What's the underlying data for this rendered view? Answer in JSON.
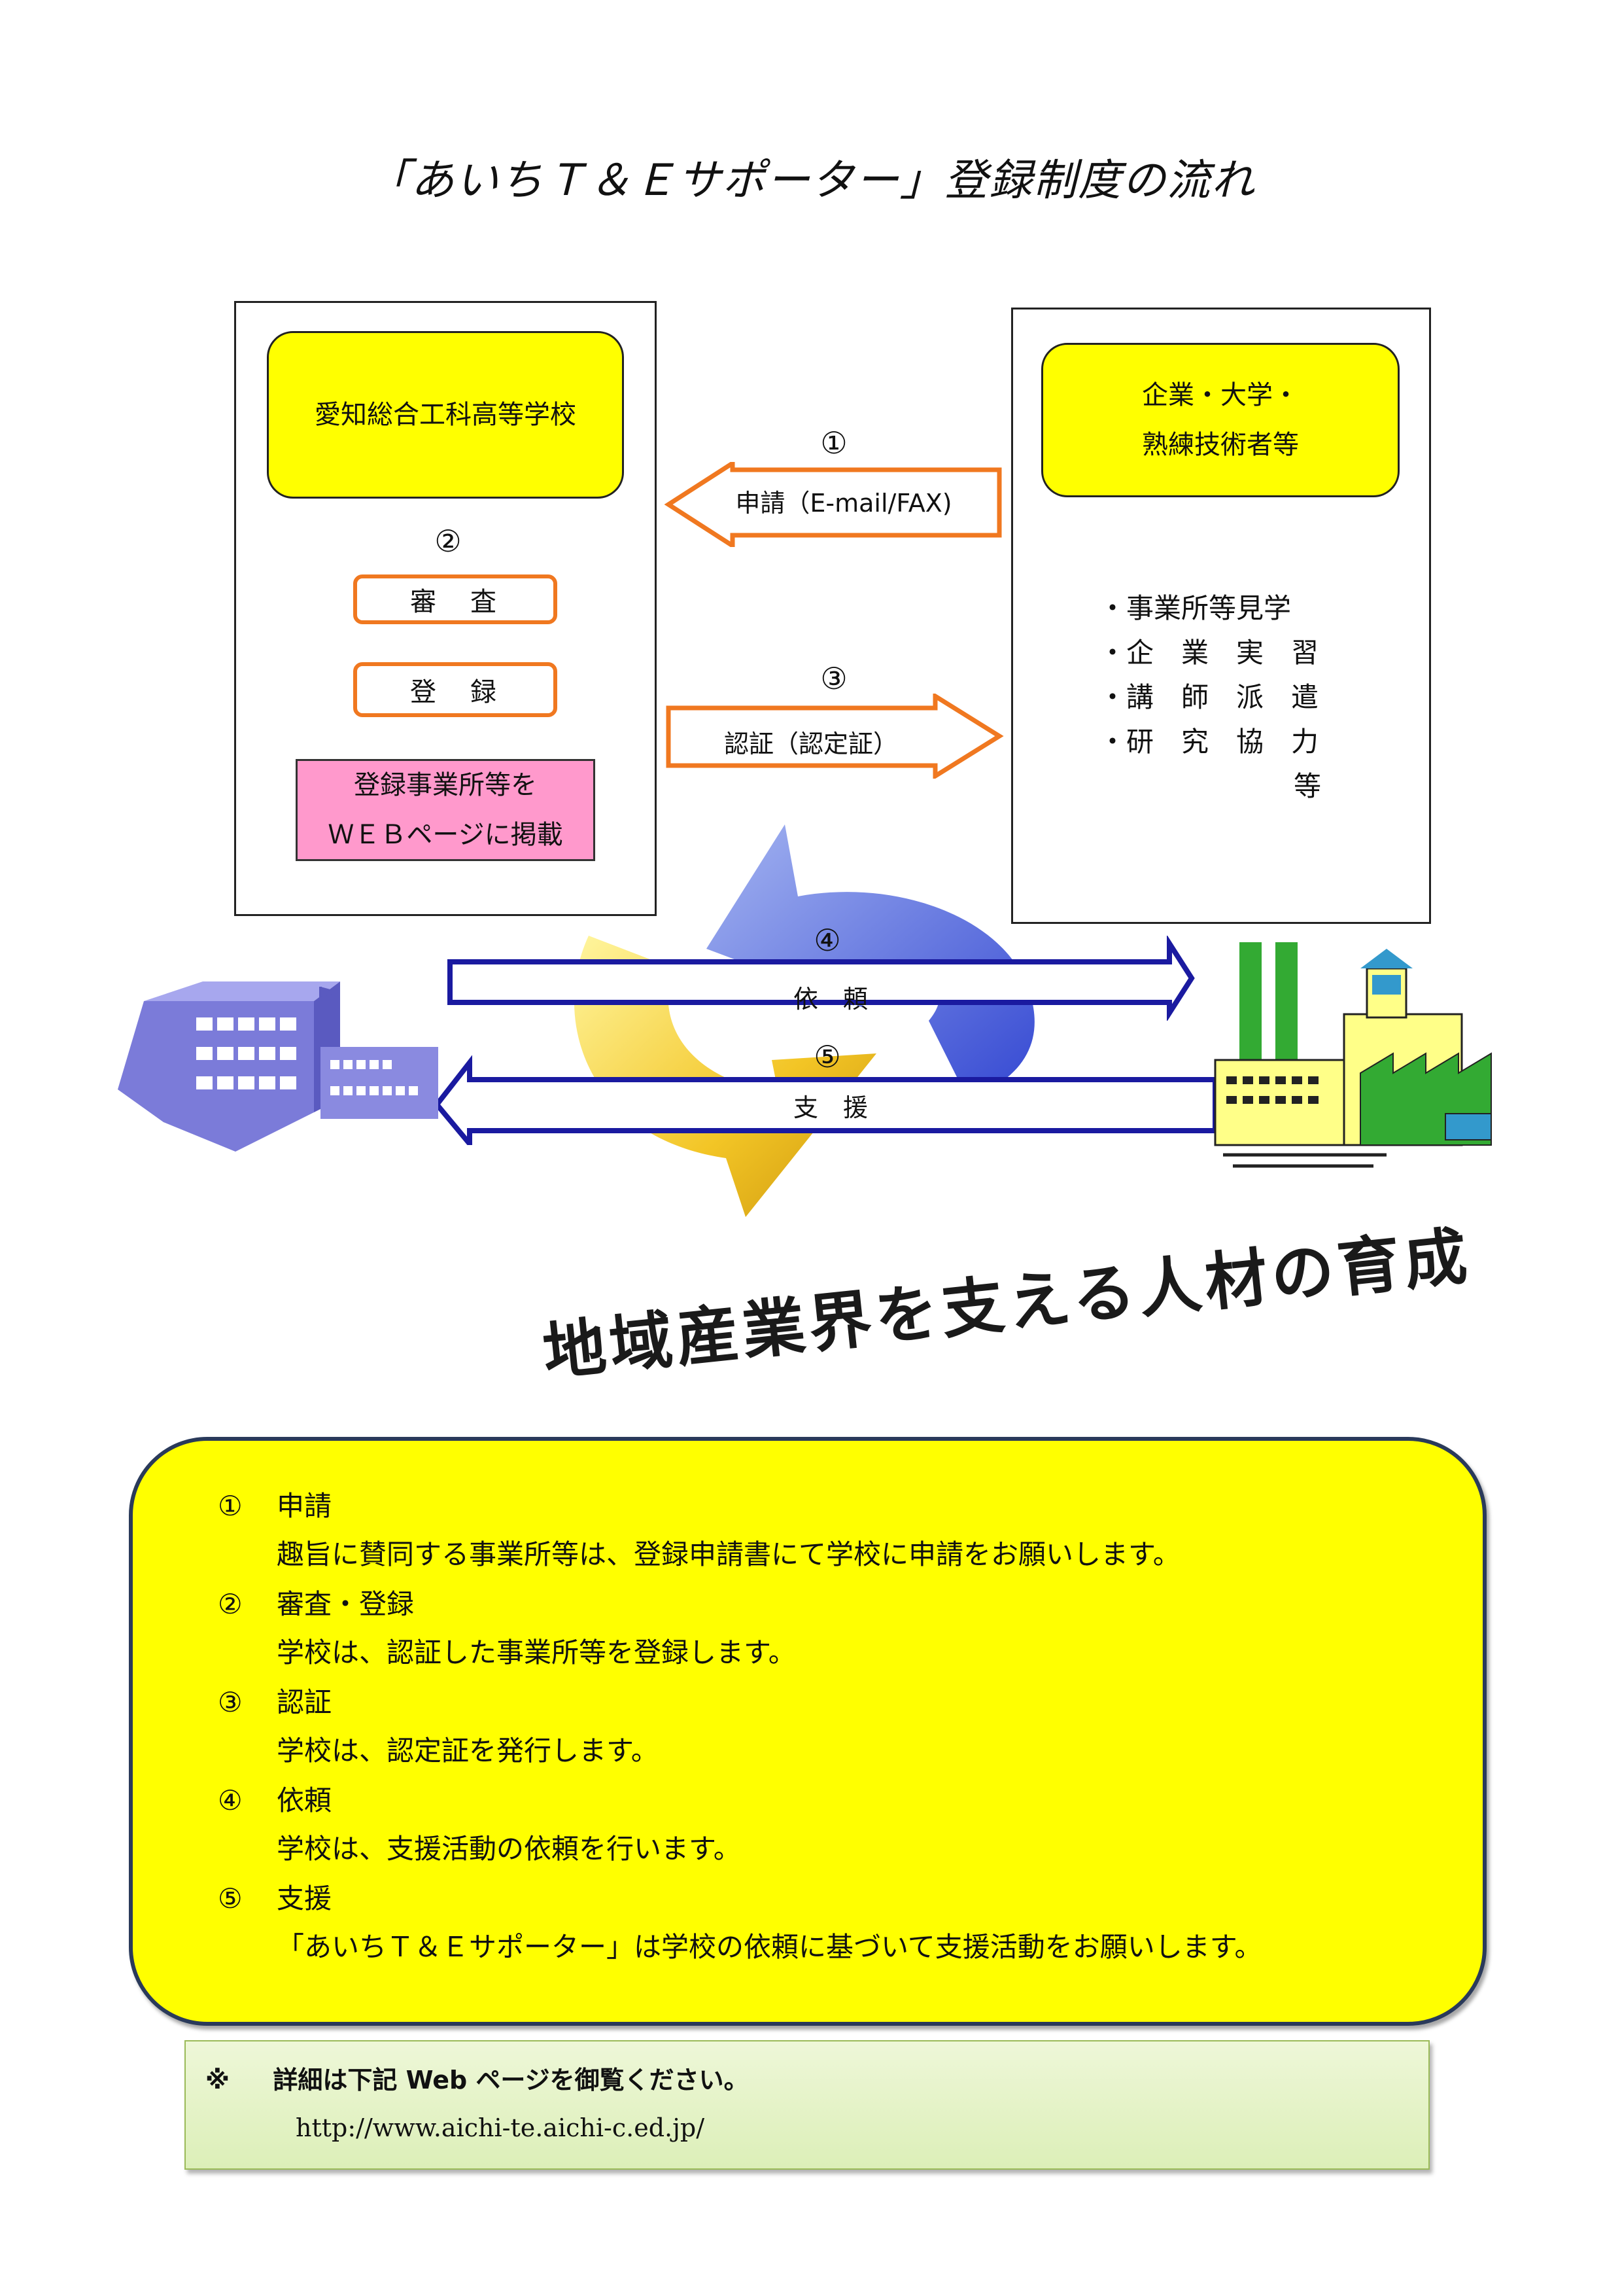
{
  "title": "「あいちＴ＆Ｅサポーター」登録制度の流れ",
  "school_panel": {
    "name": "愛知総合工科高等学校",
    "step_num": "②",
    "review": "審　査",
    "register": "登　録",
    "web_line1": "登録事業所等を",
    "web_line2": "ＷＥＢページに掲載"
  },
  "company_panel": {
    "name_line1": "企業・大学・",
    "name_line2": "熟練技術者等",
    "activities": [
      [
        "・",
        "事",
        "業所等見学"
      ],
      [
        "・",
        "企",
        "業",
        "実",
        "習"
      ],
      [
        "・",
        "講",
        "師",
        "派",
        "遣"
      ],
      [
        "・",
        "研",
        "究",
        "協",
        "力"
      ]
    ],
    "activities_lines": [
      "・事業所等見学",
      "・企　業　実　習",
      "・講　師　派　遣",
      "・研　究　協　力"
    ],
    "tail": "等"
  },
  "arrows": {
    "a1_num": "①",
    "a1_label": "申請（E-mail/FAX)",
    "a3_num": "③",
    "a3_label": "認証（認定証）",
    "a4_num": "④",
    "a4_label": "依　頼",
    "a5_num": "⑤",
    "a5_label": "支　援"
  },
  "slogan": "地域産業界を支える人材の育成",
  "explanations": [
    {
      "num": "①",
      "head": "申請",
      "body": "趣旨に賛同する事業所等は、登録申請書にて学校に申請をお願いします。"
    },
    {
      "num": "②",
      "head": "審査・登録",
      "body": "学校は、認証した事業所等を登録します。"
    },
    {
      "num": "③",
      "head": "認証",
      "body": "学校は、認定証を発行します。"
    },
    {
      "num": "④",
      "head": "依頼",
      "body": "学校は、支援活動の依頼を行います。"
    },
    {
      "num": "⑤",
      "head": "支援",
      "body": "「あいちＴ＆Ｅサポーター」は学校の依頼に基づいて支援活動をお願いします。"
    }
  ],
  "note": {
    "mark": "※",
    "text": "詳細は下記 Web ページを御覧ください。",
    "url": "http://www.aichi-te.aichi-c.ed.jp/"
  },
  "colors": {
    "yellow": "#ffff00",
    "orange": "#f07820",
    "pink": "#ff99cc",
    "blue": "#1a1aa0",
    "building_blue": "#7b7bd9",
    "factory_green": "#33aa33"
  }
}
